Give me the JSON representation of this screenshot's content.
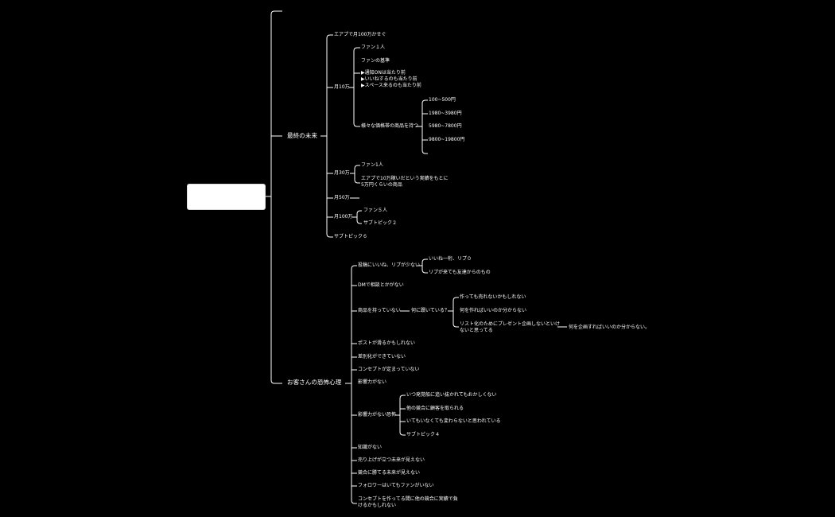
{
  "root": {
    "label": ""
  },
  "top_stub": {
    "label": ""
  },
  "branches": {
    "future": {
      "label": "最終の未来",
      "items": {
        "app100": "エアプで月100万かせぐ",
        "m10": {
          "label": "月10万",
          "fan1": "ファン１人",
          "fan_standard": "ファンの基準",
          "notify_lines": [
            "▶通知ONは当たり前",
            "▶いいねするのも当たり前",
            "▶スペース来るのも当たり前"
          ],
          "products": {
            "label": "様々な価格帯の商品を持つ",
            "prices": [
              "100~500円",
              "1980~3980円",
              "5980~7800円",
              "9800~19800円"
            ]
          }
        },
        "m30": {
          "label": "月30万",
          "fan1": "ファン1人",
          "achievement_lines": [
            "エアプで10万稼いだという実績をもとに",
            "5万円くらいの商品"
          ]
        },
        "m50": {
          "label": "月50万"
        },
        "m100": {
          "label": "月100万",
          "fan5": "ファン５人",
          "subtopic2": "サブトピック２"
        },
        "subtopic6": "サブトピック６"
      }
    },
    "fear": {
      "label": "お客さんの恐怖心理",
      "items": {
        "post_no_likes": {
          "label": "投稿にいいね、リプが少ない",
          "children": [
            "いいね一桁、リプ０",
            "リプが来ても友達からのもの"
          ]
        },
        "dm": "DMで相談とかがない",
        "no_product": {
          "label": "商品を持っていない",
          "question": {
            "label": "何に躓いている？",
            "children": [
              "作っても売れないかもしれない",
              "何を作ればいいのか分からない"
            ],
            "list_lines": [
              "リスト化のためにプレゼント企画しないといけ",
              "ないと思ってる"
            ],
            "list_child": "何を企画すればいいのか分からない。"
          }
        },
        "post_slip": "ポストが滑るかもしれない",
        "no_diff": "差別化ができていない",
        "no_concept": "コンセプトが定まっていない",
        "no_influence": "影響力がない",
        "influence_fear": {
          "label": "影響力がない恐怖",
          "children": [
            "いつ発覚船に追い抜かれてもおかしくない",
            "他の競合に顧客を取られる",
            "いてもいなくても変わらないと思われている",
            "サブトピック４"
          ]
        },
        "no_knowledge": "知識がない",
        "no_sales_future": "売り上げが立つ未来が見えない",
        "no_win_future": "競合に勝てる未来が見えない",
        "followers_no_fans": "フォロワーはいてもファンがいない",
        "concept_lines": [
          "コンセプトを作ってる間に他の競合に実績で負",
          "けるかもしれない"
        ]
      }
    }
  }
}
